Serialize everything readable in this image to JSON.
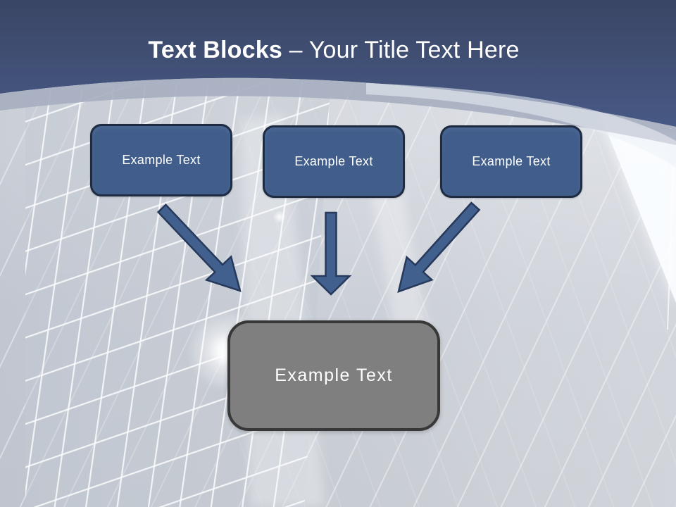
{
  "title": {
    "bold": "Text Blocks",
    "regular": "– Your Title Text Here"
  },
  "blocks": [
    {
      "label": "Example Text"
    },
    {
      "label": "Example Text"
    },
    {
      "label": "Example Text"
    }
  ],
  "result_block": {
    "label": "Example Text"
  },
  "colors": {
    "title_color": "#ffffff",
    "header_top": "#3a4665",
    "header_bottom": "#50669a",
    "block_fill": "#405d8b",
    "block_border": "#1e2b41",
    "arrow_fill": "#41608e",
    "arrow_border": "#27395a",
    "result_fill": "#7f7f7f",
    "result_border": "#383838",
    "photo_base": "#cbcfd7"
  }
}
